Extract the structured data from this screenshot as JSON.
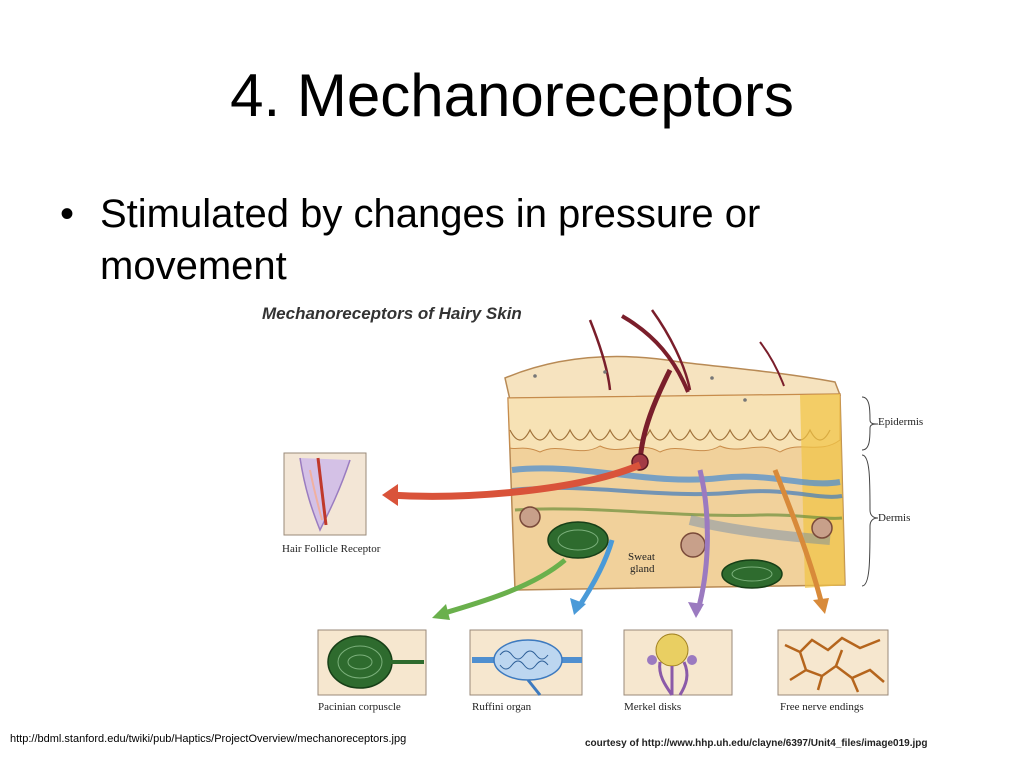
{
  "slide": {
    "title": "4. Mechanoreceptors",
    "bullet_marker": "•",
    "bullet": "Stimulated by changes in pressure or movement"
  },
  "figure": {
    "title": "Mechanoreceptors of Hairy Skin",
    "layers": {
      "epidermis": "Epidermis",
      "dermis": "Dermis"
    },
    "sweat_gland": "Sweat gland",
    "receptors": {
      "hair_follicle": "Hair Follicle Receptor",
      "pacinian": "Pacinian corpuscle",
      "ruffini": "Ruffini organ",
      "merkel": "Merkel disks",
      "free_nerve": "Free nerve endings"
    },
    "colors": {
      "skin": "#f1d19b",
      "epidermis_edge": "#c98c4a",
      "hair": "#7a1e2b",
      "nerve_blue": "#4f8fd0",
      "arrow_red": "#d9533a",
      "arrow_green": "#6ab04c",
      "arrow_blue": "#4a9ad8",
      "arrow_purple": "#9b7ac0",
      "arrow_orange": "#d88a3a",
      "pacinian": "#2e6b2e",
      "panel_bg": "#f6e7cf"
    }
  },
  "sources": {
    "left": "http://bdml.stanford.edu/twiki/pub/Haptics/ProjectOverview/mechanoreceptors.jpg",
    "right": "courtesy of http://www.hhp.uh.edu/clayne/6397/Unit4_files/image019.jpg"
  }
}
